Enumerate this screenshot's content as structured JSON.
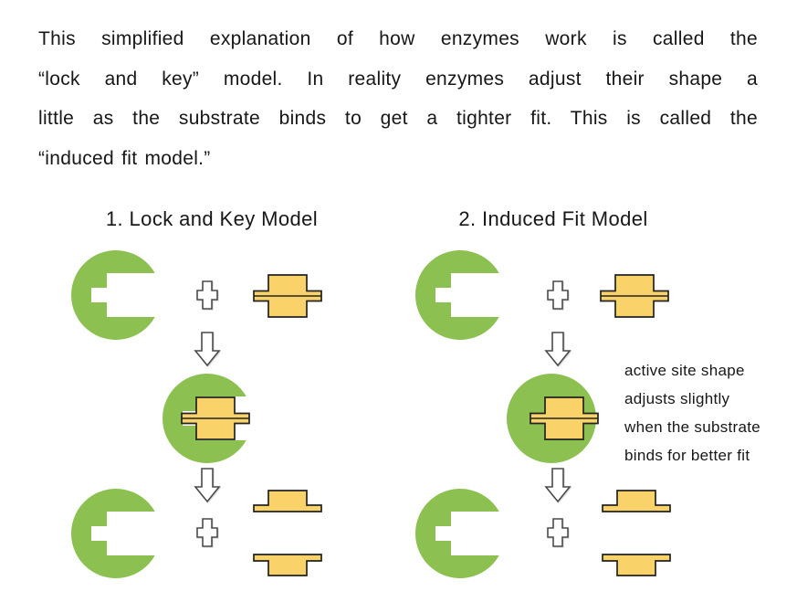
{
  "paragraph": {
    "lines": [
      "This simplified explanation of how enzymes work is called the",
      "“lock and key” model. In reality enzymes adjust their shape a",
      "little as the substrate binds to get a tighter fit. This is called the",
      "“induced fit model.”"
    ]
  },
  "lock_and_key": {
    "heading": "1. Lock and Key Model"
  },
  "induced_fit": {
    "heading": "2. Induced Fit Model",
    "annotation_lines": [
      "active site shape",
      "adjusts slightly",
      "when the substrate",
      "binds for better fit"
    ]
  },
  "icons": {
    "enzyme": "enzyme-icon (green circle with notched active site)",
    "substrate": "substrate-icon (yellow keyed block)",
    "plus": "plus-icon (outlined cross)",
    "down_arrow": "down-arrow-icon (outlined block arrow)",
    "complex": "enzyme-substrate-complex-icon",
    "products": "product-top-icon / product-bottom-icon (split substrate pieces)"
  },
  "colors": {
    "enzyme_green": "#8CC152",
    "substrate_yellow": "#F9D269",
    "outline_dark": "#222222",
    "shape_outline": "#4a4a4a",
    "text_color": "#171717",
    "background": "#ffffff"
  }
}
